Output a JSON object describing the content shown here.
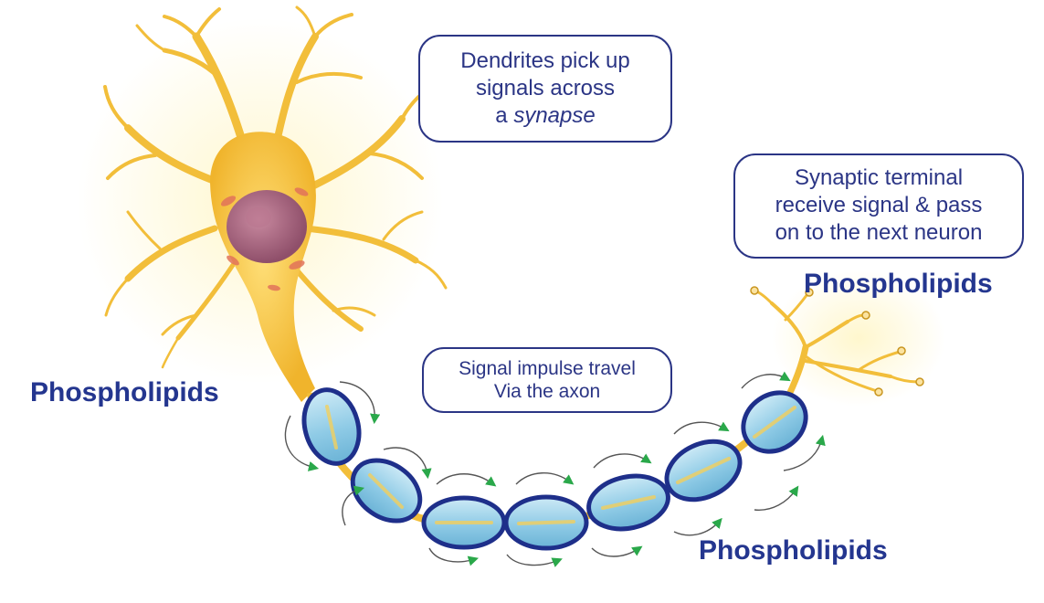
{
  "callouts": {
    "dendrites": {
      "line1": "Dendrites pick up",
      "line2": "signals across",
      "line3_prefix": "a ",
      "line3_italic": "synapse"
    },
    "axon": {
      "line1": "Signal impulse travel",
      "line2": "Via the axon"
    },
    "terminal": {
      "line1": "Synaptic terminal",
      "line2": "receive signal & pass",
      "line3": "on to the next neuron"
    }
  },
  "labels": {
    "soma_side": "Phospholipids",
    "terminal_side": "Phospholipids",
    "axon_side": "Phospholipids"
  },
  "colors": {
    "text_navy": "#2b3585",
    "dendrite_gold": "#f2be3a",
    "nucleus": "#a8677f",
    "myelin_border": "#1e2f8a",
    "myelin_fill": "#9fd3ea",
    "arrow_green": "#2aa84a"
  }
}
